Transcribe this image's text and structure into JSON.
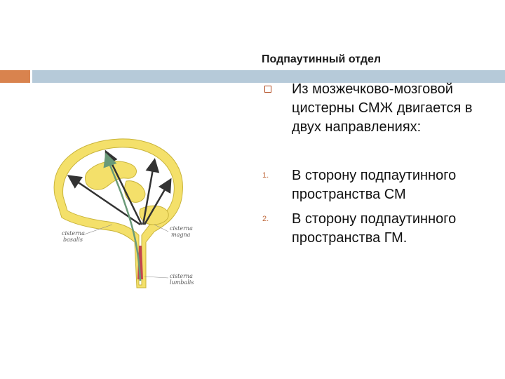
{
  "header": {
    "title": "Подпаутинный отдел"
  },
  "bullets": [
    {
      "marker": "",
      "text": "Из мозжечково-мозговой цистерны СМЖ двигается в двух направлениях:"
    },
    {
      "marker": "1.",
      "text": "В сторону подпаутинного пространства СМ"
    },
    {
      "marker": "2.",
      "text": "В сторону подпаутинного пространства ГМ."
    }
  ],
  "figure": {
    "labels": {
      "basalis_1": "cisterna",
      "basalis_2": "basalis",
      "magna_1": "cisterna",
      "magna_2": "magna",
      "lumbalis_1": "cisterna",
      "lumbalis_2": "lumbalis"
    }
  },
  "colors": {
    "accent_orange": "#d9834e",
    "accent_blue": "#b6cad9",
    "brain_yellow": "#f4e06a",
    "arrow_dark": "#333333",
    "arrow_green": "#6a9a78",
    "csf_red": "#c2474e"
  }
}
